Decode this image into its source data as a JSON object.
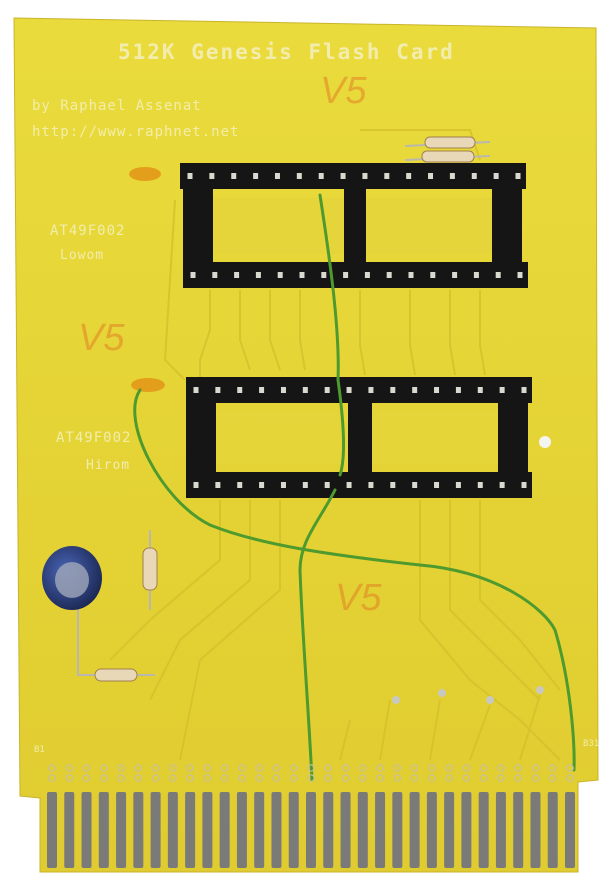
{
  "board": {
    "title": "512K Genesis Flash Card",
    "author": "by Raphael Assenat",
    "url": "http://www.raphnet.net",
    "chips": [
      {
        "part": "AT49F002",
        "role": "Lowom"
      },
      {
        "part": "AT49F002",
        "role": "Hirom"
      }
    ],
    "pin_labels": {
      "left": "B1",
      "right": "B31"
    },
    "marks": [
      "V5"
    ]
  },
  "colors": {
    "pcb": "#e8d83a",
    "silkscreen": "#f3f0b9",
    "socket": "#151515",
    "wire": "#4e9a2e",
    "trace": "#d8c62e",
    "contact": "#7a7a7a"
  }
}
